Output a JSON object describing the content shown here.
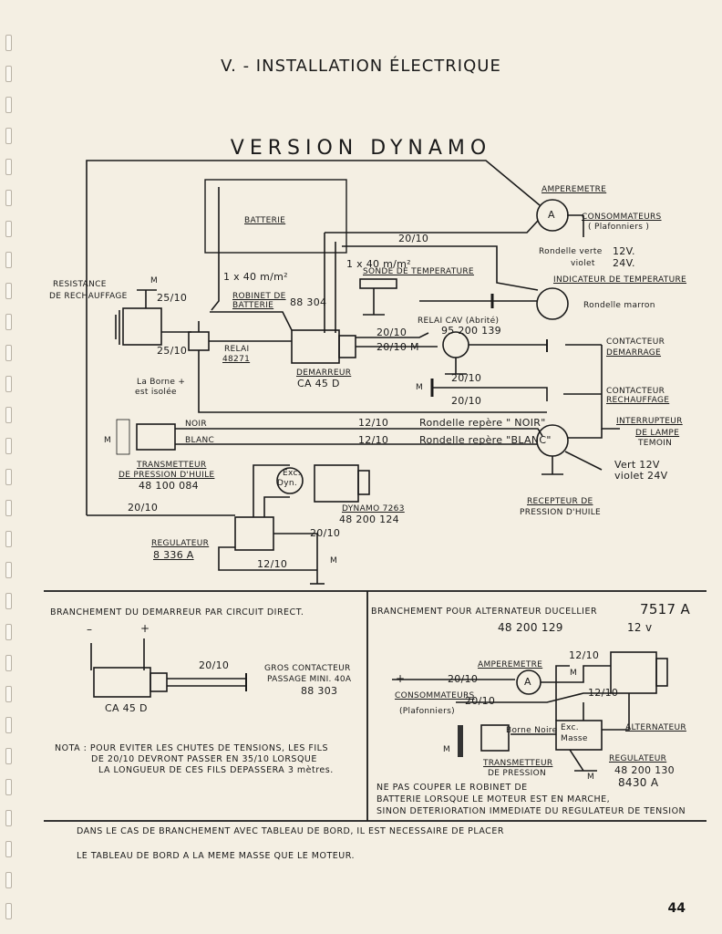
{
  "page": {
    "title": "V. - INSTALLATION ÉLECTRIQUE",
    "subtitle": "VERSION DYNAMO",
    "page_number": "44"
  },
  "main_diagram": {
    "labels": {
      "batterie": "BATTERIE",
      "wire_1x40_a": "1 x 40 m/m²",
      "wire_1x40_b": "1 x 40 m/m²",
      "wire_20_10_top": "20/10",
      "amperemetre": "AMPEREMETRE",
      "amp_symbol": "A",
      "consommateurs": "CONSOMMATEURS",
      "plafonniers": "( Plafonniers )",
      "rondelle_verte": "Rondelle verte",
      "rondelle_verte_v": "12V.",
      "violet": "violet",
      "violet_v": "24V.",
      "indicateur_temp": "INDICATEUR DE TEMPERATURE",
      "rondelle_marron": "Rondelle marron",
      "sonde_temp": "SONDE DE TEMPERATURE",
      "resistance": "RESISTANCE",
      "de_rechauffage": "DE RECHAUFFAGE",
      "m1": "M",
      "wire_25_10_a": "25/10",
      "wire_25_10_b": "25/10",
      "robinet": "ROBINET DE",
      "robinet_ref": "88 304",
      "batterie2": "BATTERIE",
      "relai": "RELAI",
      "relai_ref": "48271",
      "la_borne": "La Borne +",
      "est_isolee": "est isolée",
      "demarreur": "DEMARREUR",
      "demarreur_ref": "CA 45 D",
      "wire_20_10_b": "20/10",
      "wire_20_10_c": "20/10 M",
      "relai_cav": "RELAI CAV (Abrité)",
      "relai_cav_ref": "95 200 139",
      "contacteur_dem": "CONTACTEUR",
      "contacteur_dem2": "DEMARRAGE",
      "wire_20_10_d": "20/10",
      "wire_20_10_e": "20/10",
      "m_mid": "M",
      "contacteur_rech": "CONTACTEUR",
      "contacteur_rech2": "RECHAUFFAGE",
      "noir": "NOIR",
      "blanc": "BLANC",
      "wire_12_10_a": "12/10",
      "wire_12_10_b": "12/10",
      "rondelle_noir": "Rondelle repère \" NOIR\"",
      "rondelle_blanc": "Rondelle repère \"BLANC\"",
      "interrupteur": "INTERRUPTEUR",
      "de_lampe": "DE LAMPE",
      "temoin": "TEMOIN",
      "transmetteur": "TRANSMETTEUR",
      "de_pression": "DE PRESSION D'HUILE",
      "transmetteur_ref": "48 100 084",
      "vert": "Vert  12V",
      "violet2": "violet 24V",
      "recepteur": "RECEPTEUR DE",
      "pression_huile": "PRESSION D'HUILE",
      "exc": "Exc.",
      "dyn": "Dyn.",
      "dynamo": "DYNAMO   7263",
      "dynamo_ref": "48 200 124",
      "wire_20_10_f": "20/10",
      "wire_20_10_g": "20/10",
      "regulateur": "REGULATEUR",
      "regulateur_ref": "8 336 A",
      "wire_12_10_c": "12/10",
      "m_reg": "M",
      "m_trans": "M"
    }
  },
  "left_box": {
    "heading": "BRANCHEMENT  DU DEMARREUR  PAR CIRCUIT DIRECT.",
    "minus": "–",
    "plus": "+",
    "wire": "20/10",
    "gros_contacteur": "GROS CONTACTEUR",
    "passage": "PASSAGE MINI. 40A",
    "ref": "88 303",
    "ca45d": "CA 45 D",
    "nota1": "NOTA :   POUR EVITER  LES CHUTES DE TENSIONS, LES FILS",
    "nota2": "DE 20/10  DEVRONT   PASSER  EN 35/10 LORSQUE",
    "nota3": "LA  LONGUEUR  DE CES FILS  DEPASSERA 3 mètres."
  },
  "right_box": {
    "heading": "BRANCHEMENT      POUR  ALTERNATEUR  DUCELLIER",
    "model": "7517 A",
    "ref": "48 200 129",
    "volt": "12 v",
    "plus": "+",
    "wire_a": "20/10",
    "wire_b": "20/10",
    "wire_c": "12/10",
    "wire_d": "12/10",
    "amperemetre": "AMPEREMETRE",
    "amp_symbol": "A",
    "m_amp": "M",
    "consommateurs": "CONSOMMATEURS",
    "plafonniers": "(Plafonniers)",
    "alternateur": "ALTERNATEUR",
    "borne_noire": "Borne Noire",
    "exc": "Exc.",
    "masse": "Masse",
    "m_left": "M",
    "m_bottom": "M",
    "transmetteur": "TRANSMETTEUR",
    "de_pression": "DE  PRESSION",
    "regulateur": "REGULATEUR",
    "regulateur_ref": "48 200 130",
    "regulateur_ref2": "8430 A",
    "warn1": "NE PAS COUPER  LE  ROBINET  DE",
    "warn2": "BATTERIE LORSQUE LE MOTEUR EST EN MARCHE,",
    "warn3": "SINON DETERIORATION IMMEDIATE DU REGULATEUR DE TENSION"
  },
  "footer": {
    "line1": "DANS  LE CAS  DE  BRANCHEMENT  AVEC  TABLEAU  DE  BORD,  IL  EST  NECESSAIRE  DE  PLACER",
    "line2": "LE  TABLEAU  DE  BORD   A  LA  MEME  MASSE  QUE  LE  MOTEUR."
  }
}
